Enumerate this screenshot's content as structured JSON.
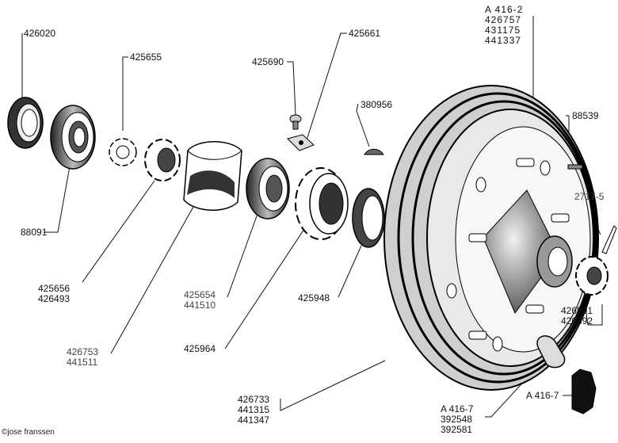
{
  "parts": {
    "p426020": "426020",
    "p425655": "425655",
    "p425690": "425690",
    "p425661": "425661",
    "p380956": "380956",
    "p88539": "88539",
    "p2717_5": "2717-5",
    "p88091": "88091",
    "hub_bolt": [
      "A 416-2",
      "426757",
      "431175",
      "441337"
    ],
    "lock": [
      "425656",
      "426493"
    ],
    "bearing_inner": [
      "425654",
      "441510"
    ],
    "spacer": [
      "426753",
      "441511"
    ],
    "p425948": "425948",
    "p425964": "425964",
    "drum": [
      "426733",
      "441315",
      "441347"
    ],
    "nut_assy": [
      "426591",
      "426592"
    ],
    "wheel_nut": [
      "A 416-7",
      "392548",
      "392581"
    ],
    "cap": "A 416-7"
  },
  "copyright": "©jose franssen"
}
